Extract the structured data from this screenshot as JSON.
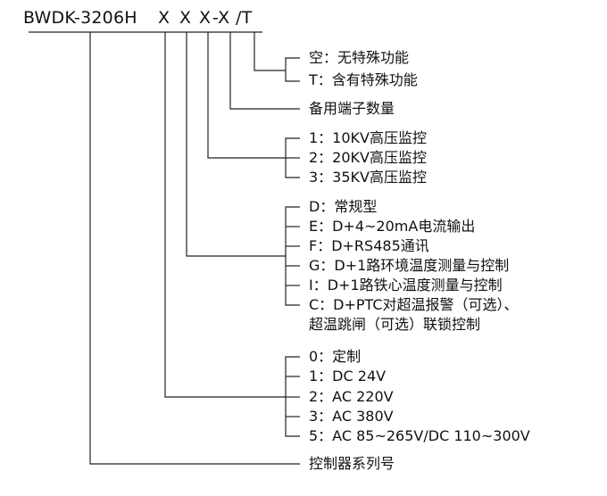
{
  "model": {
    "prefix": "BWDK-3206H",
    "x1": "X",
    "x2": "X",
    "x3": "X",
    "dash_x": "-X",
    "slash_t": "/T"
  },
  "groups": {
    "special": [
      "空：无特殊功能",
      "T：含有特殊功能"
    ],
    "spare": "备用端子数量",
    "hv": [
      "1：10KV高压监控",
      "2：20KV高压监控",
      "3：35KV高压监控"
    ],
    "func": [
      "D：常规型",
      "E：D+4~20mA电流输出",
      "F：D+RS485通讯",
      "G：D+1路环境温度测量与控制",
      "I：D+1路铁心温度测量与控制",
      "C：D+PTC对超温报警（可选）、",
      "超温跳闸（可选）联锁控制"
    ],
    "power": [
      "0：定制",
      "1：DC 24V",
      "2：AC 220V",
      "3：AC 380V",
      "5：AC 85~265V/DC 110~300V"
    ],
    "series": "控制器系列号"
  }
}
